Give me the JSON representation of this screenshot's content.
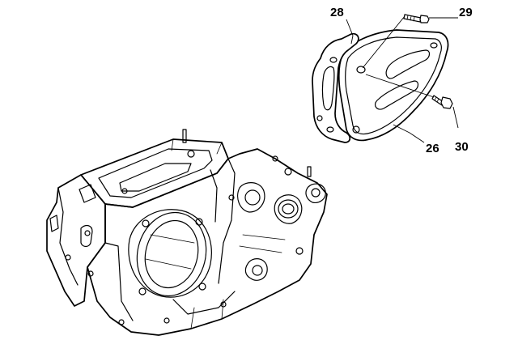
{
  "diagram": {
    "callouts": [
      {
        "id": "28",
        "label": "28"
      },
      {
        "id": "29",
        "label": "29"
      },
      {
        "id": "26",
        "label": "26"
      },
      {
        "id": "30",
        "label": "30"
      }
    ]
  },
  "colors": {
    "line": "#000000",
    "background": "#ffffff"
  }
}
